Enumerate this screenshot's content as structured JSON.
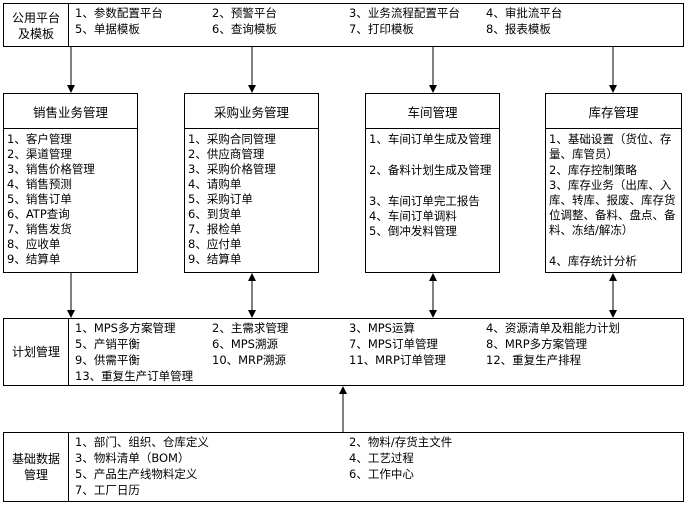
{
  "platform": {
    "label": "公用平台\n及模板",
    "items": [
      "1、参数配置平台",
      "2、预警平台",
      "3、业务流程配置平台",
      "4、审批流平台",
      "5、单据模板",
      "6、查询模板",
      "7、打印模板",
      "8、报表模板"
    ]
  },
  "modules": [
    {
      "title": "销售业务管理",
      "items": [
        "1、客户管理",
        "2、渠道管理",
        "3、销售价格管理",
        "4、销售预测",
        "5、销售订单",
        "6、ATP查询",
        "7、销售发货",
        "8、应收单",
        "9、结算单"
      ]
    },
    {
      "title": "采购业务管理",
      "items": [
        "1、采购合同管理",
        "2、供应商管理",
        "3、采购价格管理",
        "4、请购单",
        "5、采购订单",
        "6、到货单",
        "7、报检单",
        "8、应付单",
        "9、结算单"
      ]
    },
    {
      "title": "车间管理",
      "items": [
        "1、车间订单生成及管理",
        "2、备料计划生成及管理",
        "3、车间订单完工报告",
        "4、车间订单调料",
        "5、倒冲发料管理"
      ]
    },
    {
      "title": "库存管理",
      "items": [
        "1、基础设置（货位、存量、库管员）",
        "2、库存控制策略",
        "3、库存业务（出库、入库、转库、报废、库存货位调整、备料、盘点、备料、冻结/解冻）",
        "4、库存统计分析"
      ]
    }
  ],
  "planning": {
    "label": "计划管理",
    "items": [
      "1、MPS多方案管理",
      "2、主需求管理",
      "3、MPS运算",
      "4、资源清单及粗能力计划",
      "5、产销平衡",
      "6、MPS溯源",
      "7、MPS订单管理",
      "8、MRP多方案管理",
      "9、供需平衡",
      "10、MRP溯源",
      "11、MRP订单管理",
      "12、重复生产排程",
      "13、重复生产订单管理"
    ]
  },
  "basic": {
    "label": "基础数据\n管理",
    "items": [
      "1、部门、组织、仓库定义",
      "2、物料/存货主文件",
      "3、物料清单（BOM）",
      "4、工艺过程",
      "5、产品生产线物料定义",
      "6、工作中心",
      "7、工厂日历"
    ]
  }
}
